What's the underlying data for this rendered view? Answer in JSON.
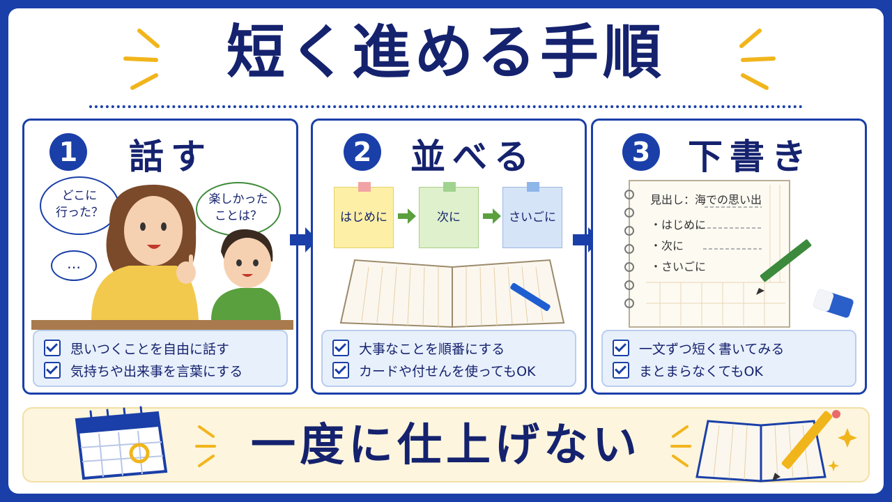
{
  "title": "短く進める手順",
  "steps": [
    {
      "number": "1",
      "title": "話す",
      "bubble_left": [
        "どこに",
        "行った？"
      ],
      "bubble_right": [
        "楽しかった",
        "ことは？"
      ],
      "thought": "…",
      "checks": [
        "思いつくことを自由に話す",
        "気持ちや出来事を言葉にする"
      ]
    },
    {
      "number": "2",
      "title": "並べる",
      "notes": [
        "はじめに",
        "次に",
        "さいごに"
      ],
      "checks": [
        "大事なことを順番にする",
        "カードや付せんを使ってもOK"
      ]
    },
    {
      "number": "3",
      "title": "下書き",
      "notebook": {
        "heading": "見出し：海での思い出",
        "lines": [
          "・はじめに",
          "・次に",
          "・さいごに"
        ]
      },
      "checks": [
        "一文ずつ短く書いてみる",
        "まとまらなくてもOK"
      ]
    }
  ],
  "motto": "一度に仕上げない",
  "colors": {
    "navy": "#15226e",
    "blue": "#1a3fa8",
    "yellow": "#f1b51c",
    "green": "#5aa03e"
  }
}
